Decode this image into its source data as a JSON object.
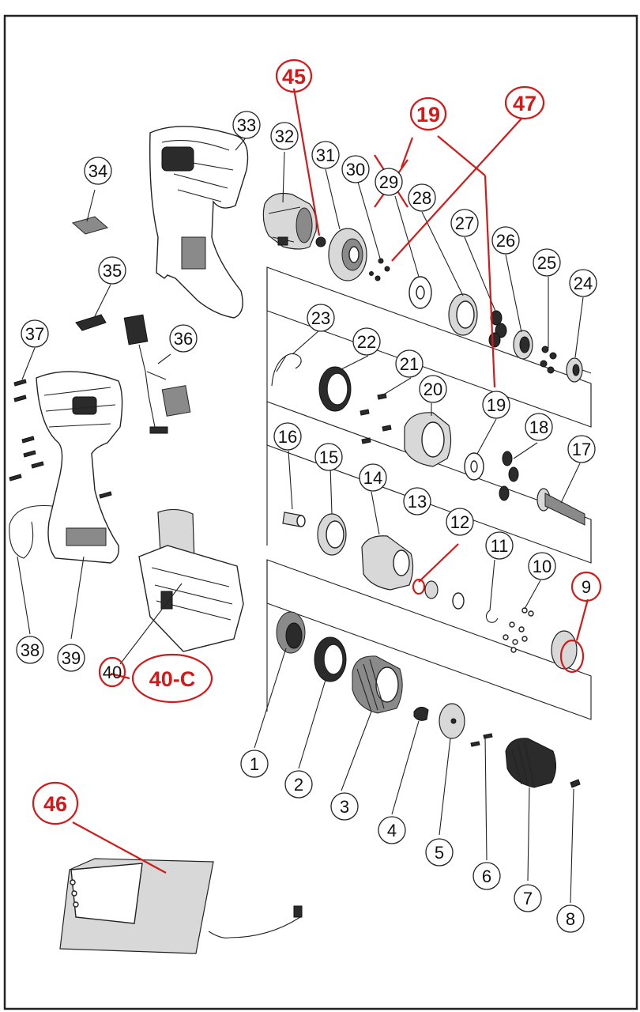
{
  "parts": [
    {
      "id": "p1",
      "label": "1"
    },
    {
      "id": "p2",
      "label": "2"
    },
    {
      "id": "p3",
      "label": "3"
    },
    {
      "id": "p4",
      "label": "4"
    },
    {
      "id": "p5",
      "label": "5"
    },
    {
      "id": "p6",
      "label": "6"
    },
    {
      "id": "p7",
      "label": "7"
    },
    {
      "id": "p8",
      "label": "8"
    },
    {
      "id": "p9",
      "label": "9"
    },
    {
      "id": "p10",
      "label": "10"
    },
    {
      "id": "p11",
      "label": "11"
    },
    {
      "id": "p12",
      "label": "12"
    },
    {
      "id": "p13",
      "label": "13"
    },
    {
      "id": "p14",
      "label": "14"
    },
    {
      "id": "p15",
      "label": "15"
    },
    {
      "id": "p16",
      "label": "16"
    },
    {
      "id": "p17",
      "label": "17"
    },
    {
      "id": "p18",
      "label": "18"
    },
    {
      "id": "p19",
      "label": "19"
    },
    {
      "id": "p20",
      "label": "20"
    },
    {
      "id": "p21",
      "label": "21"
    },
    {
      "id": "p22",
      "label": "22"
    },
    {
      "id": "p23",
      "label": "23"
    },
    {
      "id": "p24",
      "label": "24"
    },
    {
      "id": "p25",
      "label": "25"
    },
    {
      "id": "p26",
      "label": "26"
    },
    {
      "id": "p27",
      "label": "27"
    },
    {
      "id": "p28",
      "label": "28"
    },
    {
      "id": "p29",
      "label": "29"
    },
    {
      "id": "p30",
      "label": "30"
    },
    {
      "id": "p31",
      "label": "31"
    },
    {
      "id": "p32",
      "label": "32"
    },
    {
      "id": "p33",
      "label": "33"
    },
    {
      "id": "p34",
      "label": "34"
    },
    {
      "id": "p35",
      "label": "35"
    },
    {
      "id": "p36",
      "label": "36"
    },
    {
      "id": "p37",
      "label": "37"
    },
    {
      "id": "p38",
      "label": "38"
    },
    {
      "id": "p39",
      "label": "39"
    },
    {
      "id": "p40",
      "label": "40"
    }
  ],
  "annotations": [
    {
      "id": "a45",
      "label": "45"
    },
    {
      "id": "a19",
      "label": "19"
    },
    {
      "id": "a47",
      "label": "47"
    },
    {
      "id": "a40c",
      "label": "40-C"
    },
    {
      "id": "a46",
      "label": "46"
    }
  ],
  "colors": {
    "annotation": "#d11a1a",
    "line": "#222222",
    "background": "#ffffff"
  }
}
